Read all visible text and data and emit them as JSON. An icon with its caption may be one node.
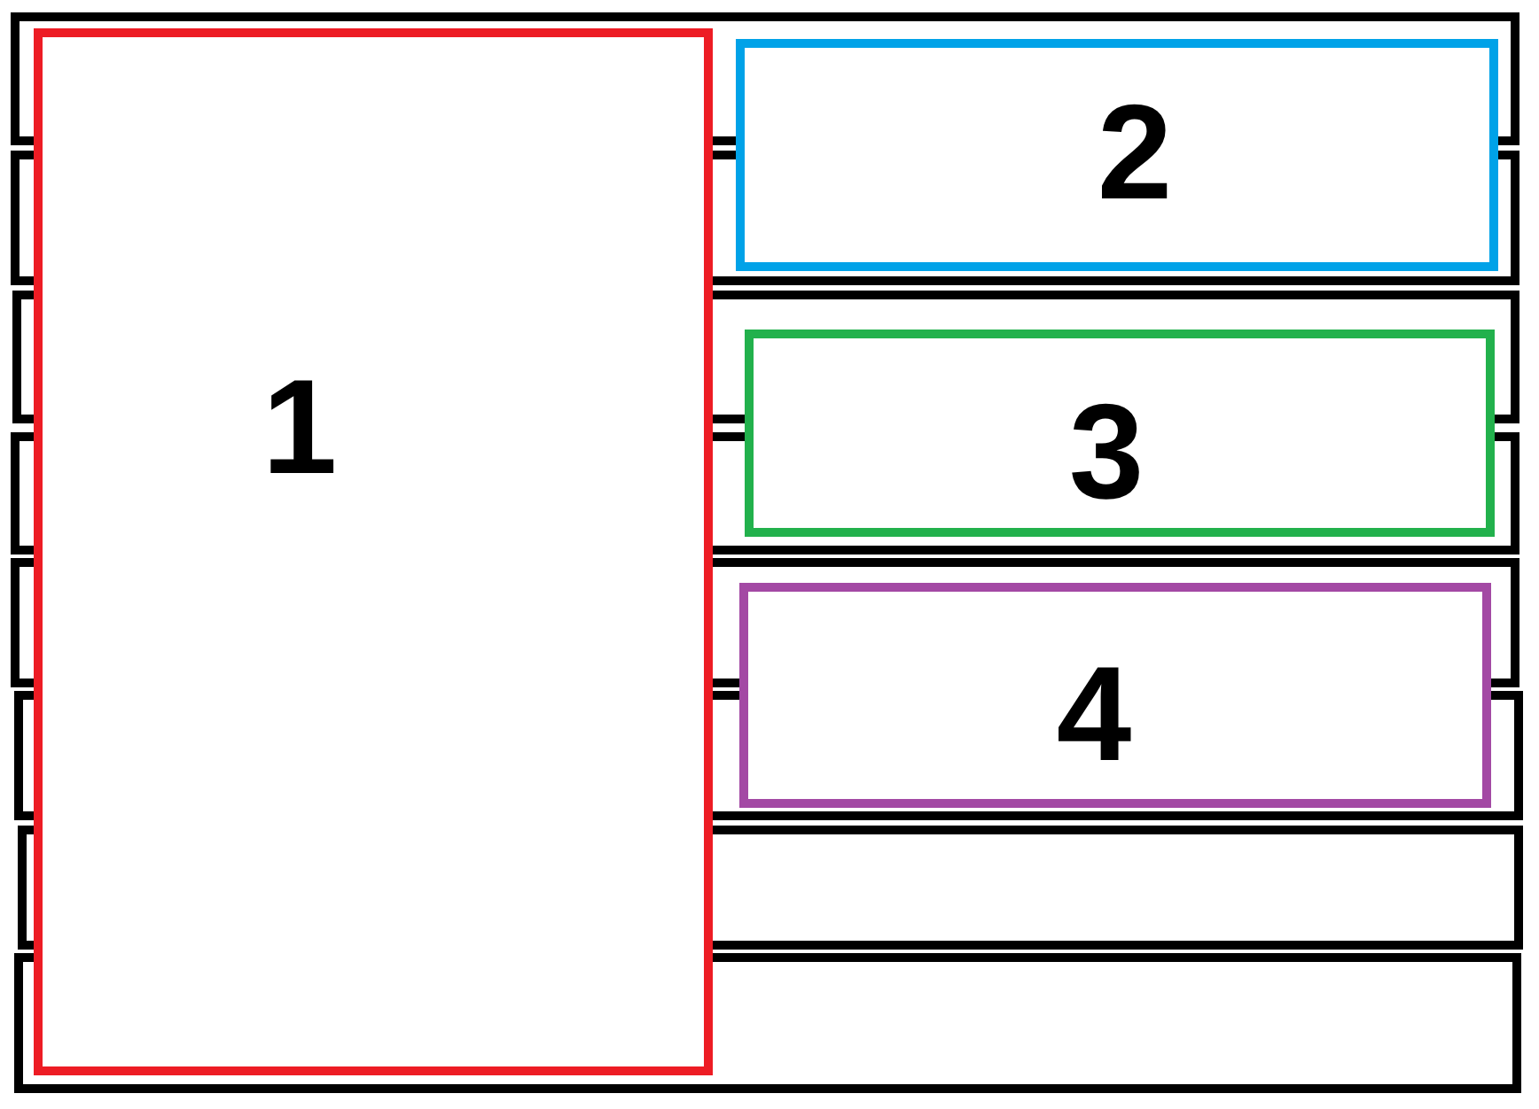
{
  "diagram": {
    "nodes": [
      {
        "text": [
          "1"
        ]
      },
      {
        "text": [
          "2"
        ]
      },
      {
        "text": [
          "3"
        ]
      },
      {
        "text": [
          "4"
        ]
      },
      {
        "text": [],
        "shape": "box"
      },
      {
        "text": [],
        "shape": "box"
      },
      {
        "text": [],
        "shape": "box"
      },
      {
        "text": [],
        "shape": "box"
      },
      {
        "text": [],
        "shape": "box"
      },
      {
        "text": [],
        "shape": "box"
      },
      {
        "text": [],
        "shape": "box"
      },
      {
        "text": [],
        "shape": "box"
      }
    ]
  }
}
